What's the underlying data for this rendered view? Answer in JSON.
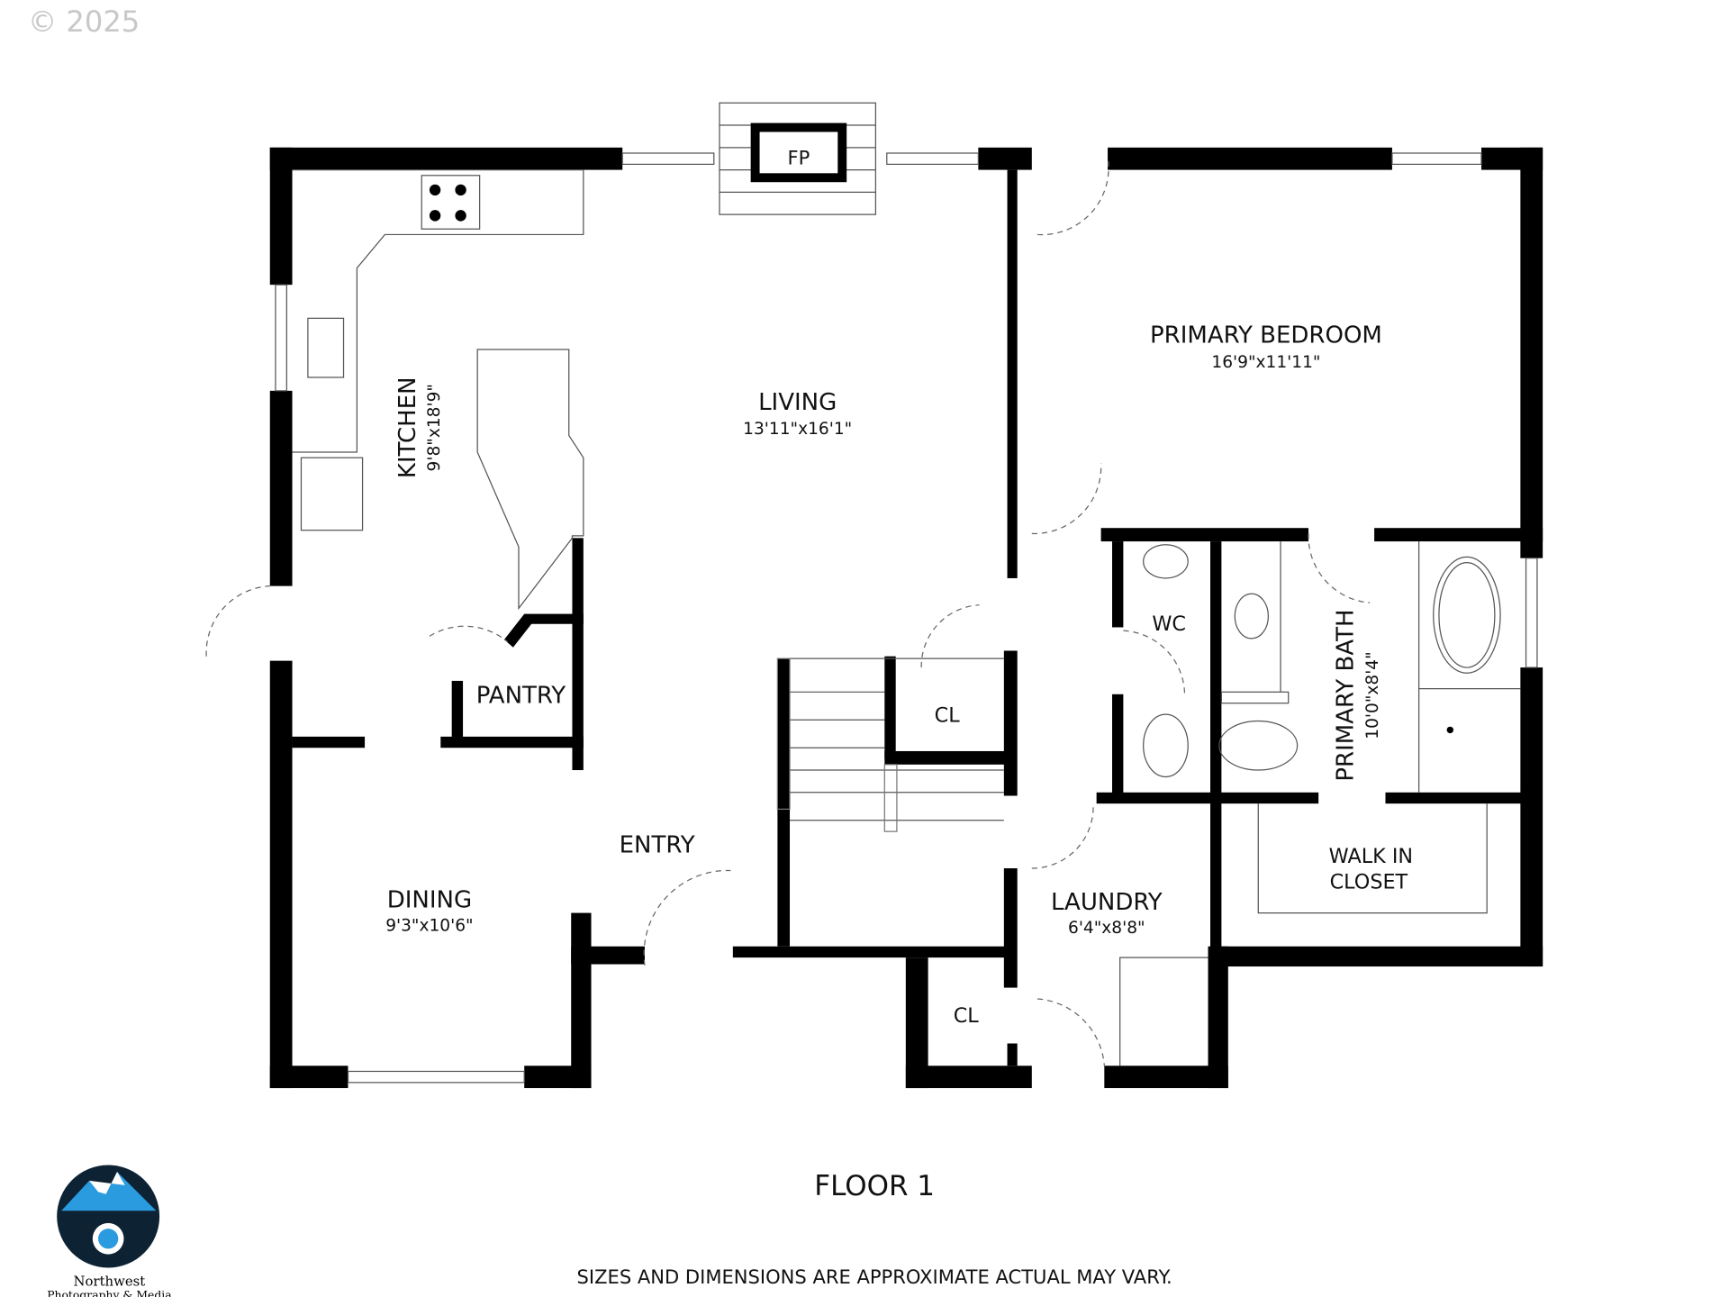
{
  "copyright": "© 2025",
  "title": "FLOOR 1",
  "disclaimer": "SIZES AND DIMENSIONS ARE APPROXIMATE ACTUAL MAY VARY.",
  "logo": {
    "name": "Northwest",
    "tagline": "Photography & Media",
    "colors": {
      "sky": "#2b9be0",
      "dark": "#0d2233"
    }
  },
  "fireplace": "FP",
  "rooms": [
    {
      "name": "KITCHEN",
      "dims": "9'8\"x18'9\""
    },
    {
      "name": "LIVING",
      "dims": "13'11\"x16'1\""
    },
    {
      "name": "PRIMARY BEDROOM",
      "dims": "16'9\"x11'11\""
    },
    {
      "name": "PANTRY",
      "dims": ""
    },
    {
      "name": "CL",
      "dims": ""
    },
    {
      "name": "WC",
      "dims": ""
    },
    {
      "name": "PRIMARY BATH",
      "dims": "10'0\"x8'4\""
    },
    {
      "name": "ENTRY",
      "dims": ""
    },
    {
      "name": "DINING",
      "dims": "9'3\"x10'6\""
    },
    {
      "name": "LAUNDRY",
      "dims": "6'4\"x8'8\""
    },
    {
      "name": "WALK IN",
      "dims": "CLOSET"
    },
    {
      "name": "CL",
      "dims": ""
    }
  ]
}
